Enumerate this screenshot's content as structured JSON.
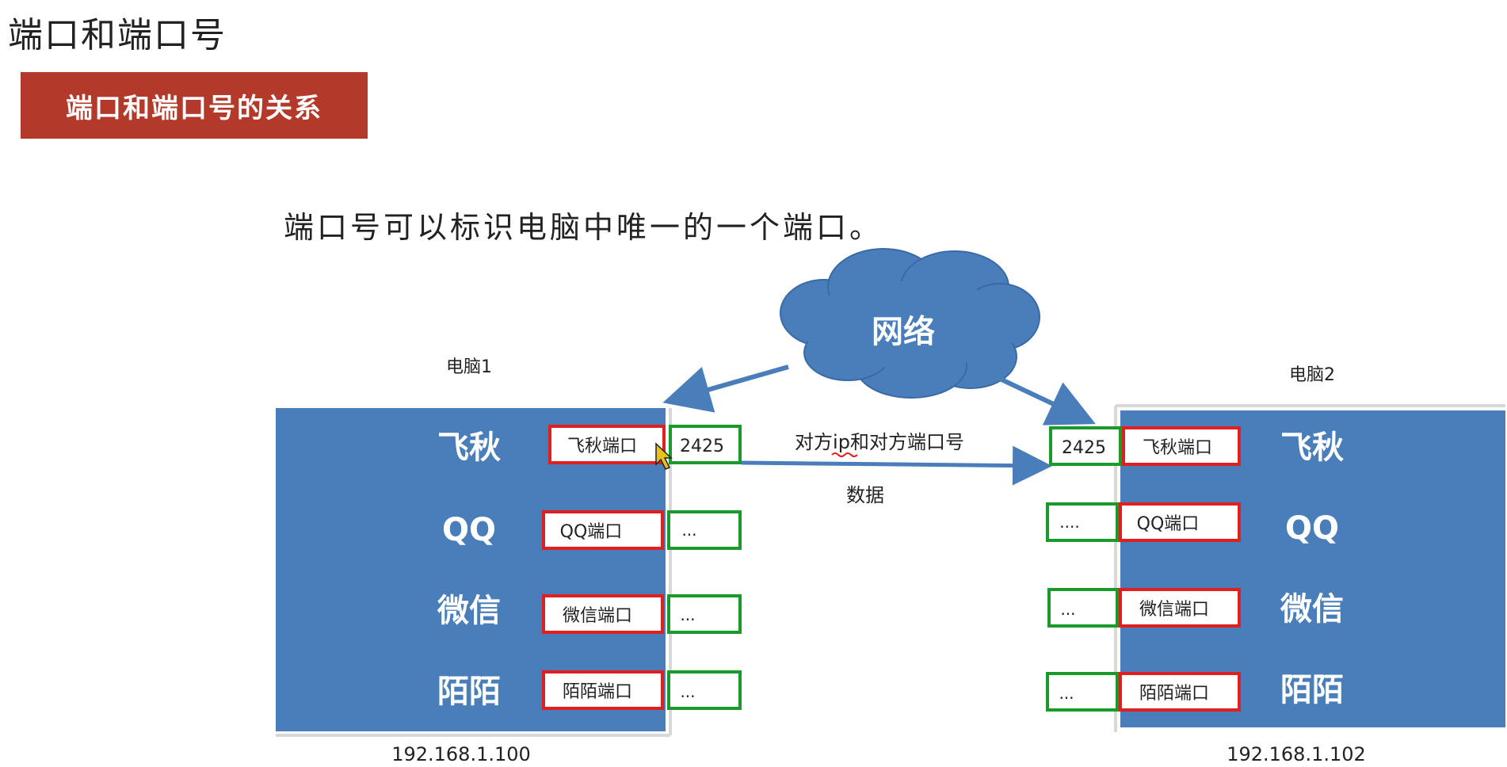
{
  "page": {
    "title": "端口和端口号",
    "section_label": "端口和端口号的关系",
    "subtitle": "端口号可以标识电脑中唯一的一个端口。"
  },
  "diagram": {
    "network_label": "网络",
    "computer1": {
      "name": "电脑1",
      "ip": "192.168.1.100",
      "apps": [
        {
          "name": "飞秋",
          "port_label": "飞秋端口",
          "port_number": "2425"
        },
        {
          "name": "QQ",
          "port_label": "QQ端口",
          "port_number": "..."
        },
        {
          "name": "微信",
          "port_label": "微信端口",
          "port_number": "..."
        },
        {
          "name": "陌陌",
          "port_label": "陌陌端口",
          "port_number": "..."
        }
      ]
    },
    "computer2": {
      "name": "电脑2",
      "ip": "192.168.1.102",
      "apps": [
        {
          "name": "飞秋",
          "port_label": "飞秋端口",
          "port_number": "2425"
        },
        {
          "name": "QQ",
          "port_label": "QQ端口",
          "port_number": "...."
        },
        {
          "name": "微信",
          "port_label": "微信端口",
          "port_number": "..."
        },
        {
          "name": "陌陌",
          "port_label": "陌陌端口",
          "port_number": "..."
        }
      ]
    },
    "arrow_top_label": "对方ip和对方端口号",
    "arrow_bottom_label": "数据"
  },
  "colors": {
    "banner": "#b33a2a",
    "computer_fill": "#4a7ebb",
    "cloud_fill": "#4a7ebb",
    "port_label_border": "#e02020",
    "port_number_border": "#1a9a2a",
    "arrow": "#4a7ebb"
  }
}
